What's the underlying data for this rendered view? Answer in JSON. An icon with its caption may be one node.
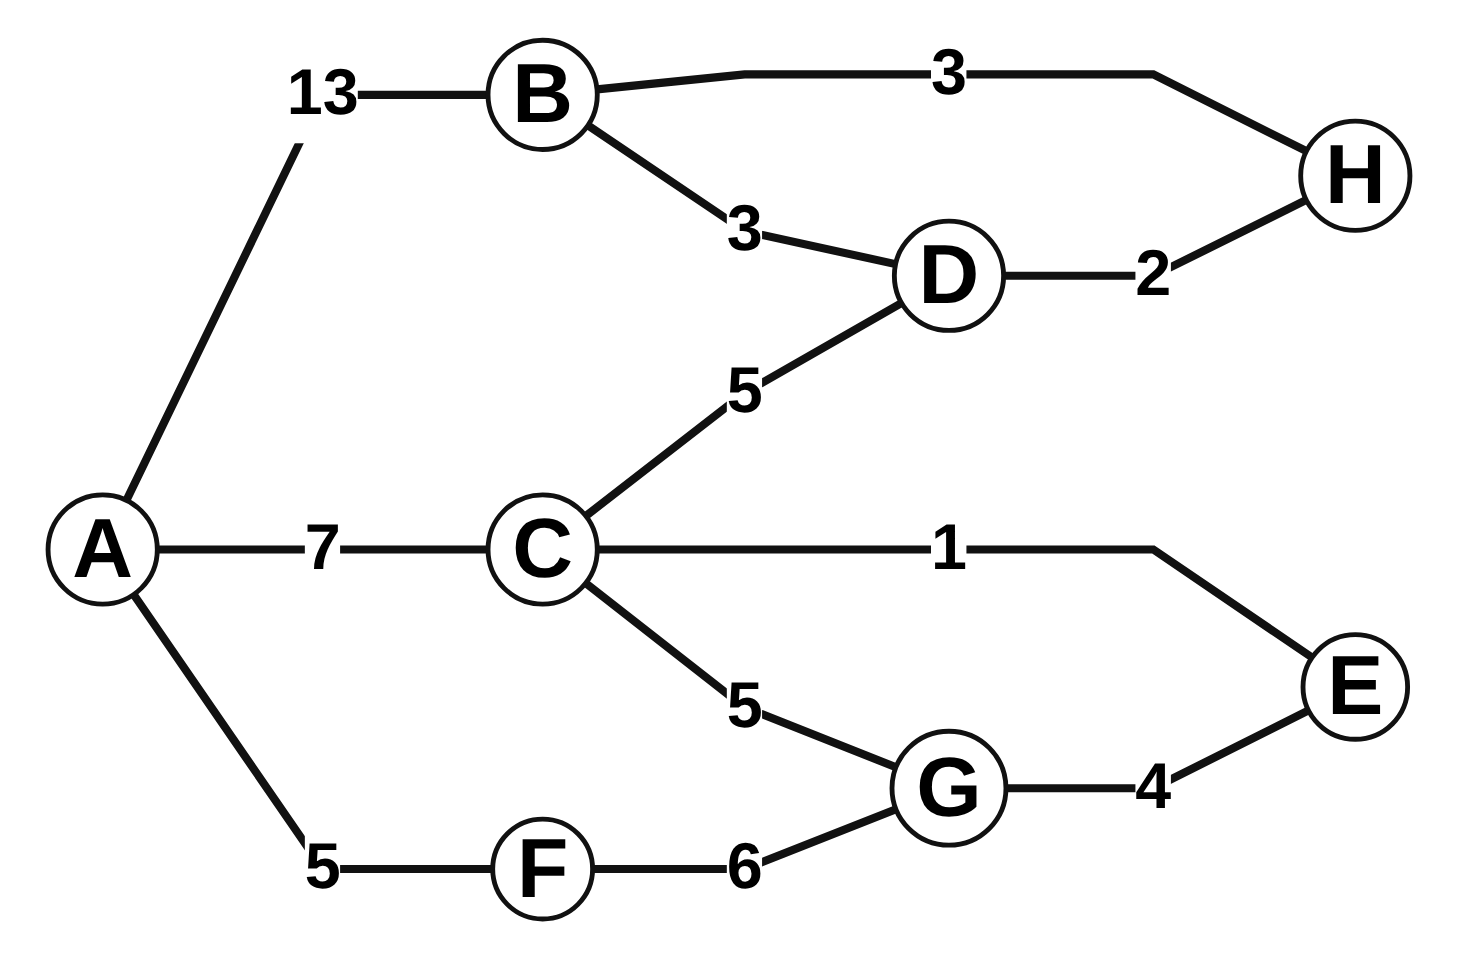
{
  "diagram": {
    "nodes": [
      {
        "text": [
          "B"
        ]
      },
      {
        "text": [
          "H"
        ]
      },
      {
        "text": [
          "A"
        ]
      },
      {
        "text": [
          "D"
        ]
      },
      {
        "text": [
          "C"
        ]
      },
      {
        "text": [
          "F"
        ]
      },
      {
        "text": [
          "E"
        ]
      },
      {
        "text": [
          "G"
        ]
      }
    ],
    "edges": [
      {
        "from": 2,
        "to": 0,
        "arrow": "none",
        "label": "13"
      },
      {
        "from": 0,
        "to": 1,
        "arrow": "none",
        "label": "3"
      },
      {
        "from": 0,
        "to": 3,
        "arrow": "none",
        "label": "3"
      },
      {
        "from": 3,
        "to": 1,
        "arrow": "none",
        "label": "2"
      },
      {
        "from": 2,
        "to": 4,
        "arrow": "none",
        "label": "7"
      },
      {
        "from": 4,
        "to": 3,
        "arrow": "none",
        "label": "5"
      },
      {
        "from": 2,
        "to": 5,
        "arrow": "none",
        "label": "5"
      },
      {
        "from": 4,
        "to": 6,
        "arrow": "none",
        "label": "1"
      },
      {
        "from": 4,
        "to": 7,
        "arrow": "none",
        "label": "5"
      },
      {
        "from": 5,
        "to": 7,
        "arrow": "none",
        "label": "6"
      },
      {
        "from": 7,
        "to": 6,
        "arrow": "none",
        "label": "4"
      }
    ]
  }
}
